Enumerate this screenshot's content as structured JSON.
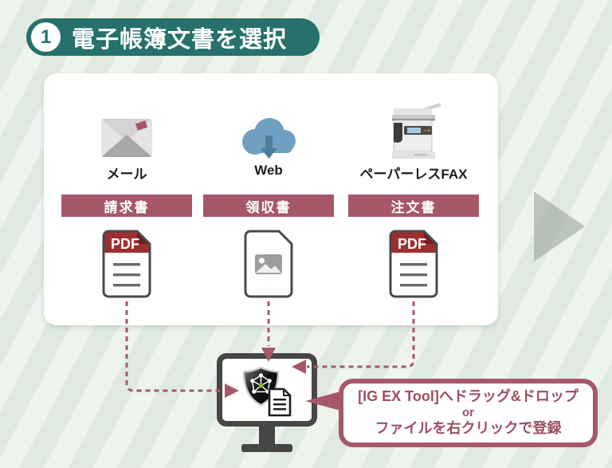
{
  "step": {
    "number": "1",
    "title": "電子帳簿文書を選択"
  },
  "sources": [
    {
      "name": "メール",
      "icon": "envelope-icon",
      "doc_type": "請求書",
      "file_kind": "pdf",
      "file_label": "PDF"
    },
    {
      "name": "Web",
      "icon": "cloud-download-icon",
      "doc_type": "領収書",
      "file_kind": "image",
      "file_label": ""
    },
    {
      "name": "ペーパーレスFAX",
      "icon": "fax-printer-icon",
      "doc_type": "注文書",
      "file_kind": "pdf",
      "file_label": "PDF"
    }
  ],
  "destination": {
    "device": "monitor-icon",
    "app_icon": "shield-network-icon",
    "doc_icon": "document-icon"
  },
  "callout": {
    "lines": [
      "[IG EX Tool]へドラッグ&ドロップ",
      "or",
      "ファイルを右クリックで登録"
    ]
  },
  "colors": {
    "teal": "#26716b",
    "maroon": "#a65869",
    "callout_text": "#9d4e61",
    "pdf_red": "#9e2f31",
    "pdf_fold_dark": "#701f21",
    "cloud_blue": "#6fa0c2",
    "cloud_arrow_blue": "#4f7f9f",
    "monitor_gray": "#464646",
    "bg_light_green": "#eef3ee",
    "bg_stripe_green": "#e1eae2",
    "next_arrow_gray": "#949c97",
    "shield_green": "#7fb34c"
  }
}
